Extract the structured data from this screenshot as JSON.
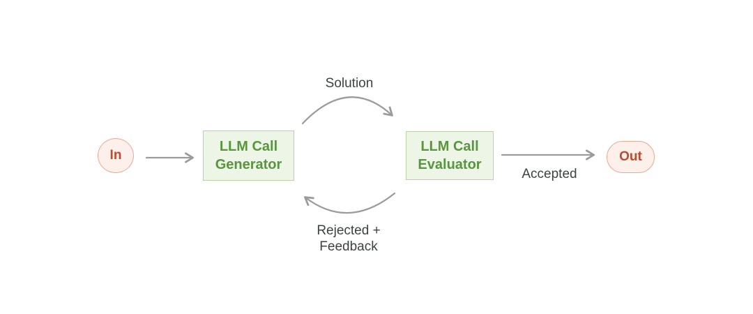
{
  "diagram": {
    "nodes": {
      "in": {
        "label": "In",
        "shape": "ellipse"
      },
      "generator": {
        "line1": "LLM Call",
        "line2": "Generator",
        "shape": "rectangle"
      },
      "evaluator": {
        "line1": "LLM Call",
        "line2": "Evaluator",
        "shape": "rectangle"
      },
      "out": {
        "label": "Out",
        "shape": "pill"
      }
    },
    "edges": [
      {
        "from": "in",
        "to": "generator",
        "label": ""
      },
      {
        "from": "generator",
        "to": "evaluator",
        "label": "Solution"
      },
      {
        "from": "evaluator",
        "to": "generator",
        "label_line1": "Rejected +",
        "label_line2": "Feedback"
      },
      {
        "from": "evaluator",
        "to": "out",
        "label": "Accepted"
      }
    ]
  },
  "colors": {
    "background": "#ffffff",
    "green-fill": "#edf5e6",
    "green-border": "#b9d3a4",
    "green-text": "#58953e",
    "pink-fill": "#fdefe9",
    "pink-border": "#e9ab97",
    "red-text": "#c04a2f",
    "arrow": "#9b9b9b",
    "label-text": "#3c4242"
  }
}
